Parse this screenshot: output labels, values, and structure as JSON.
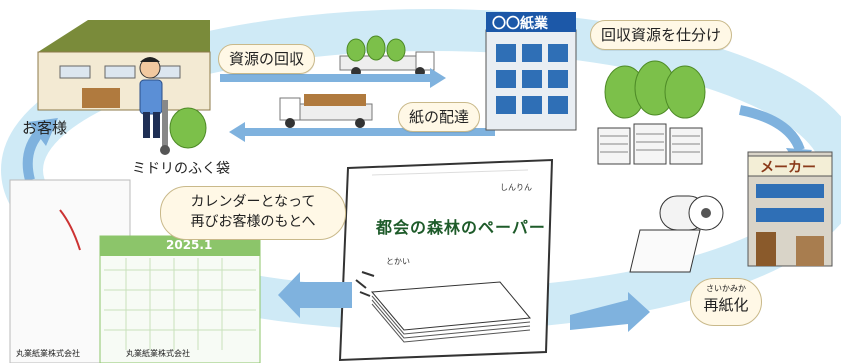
{
  "labels": {
    "customer": "お客様",
    "green_bag": "ミドリのふく袋",
    "collect_resources": "資源の回収",
    "paper_delivery": "紙の配達",
    "company_sign": "〇〇紙業",
    "sort_resources": "回収資源を仕分け",
    "maker_sign": "メーカー",
    "repulp_ruby": "さいかみか",
    "repulp": "再紙化",
    "calendar_caption_line1": "カレンダーとなって",
    "calendar_caption_line2": "再びお客様のもとへ"
  },
  "logo": {
    "title_main": "都会の森林のペーパー",
    "ruby_tokai": "とかい",
    "ruby_shinrin": "しんりん"
  },
  "calendar": {
    "year_month": "2025.1",
    "company_name": "丸業紙業株式会社",
    "company_name_2": "丸業紙業株式会社"
  },
  "colors": {
    "cycle_ring": "#bfe3f3",
    "arrow": "#6fa9d8",
    "bag_green": "#7cc04a",
    "label_fill": "#fff8e6"
  }
}
